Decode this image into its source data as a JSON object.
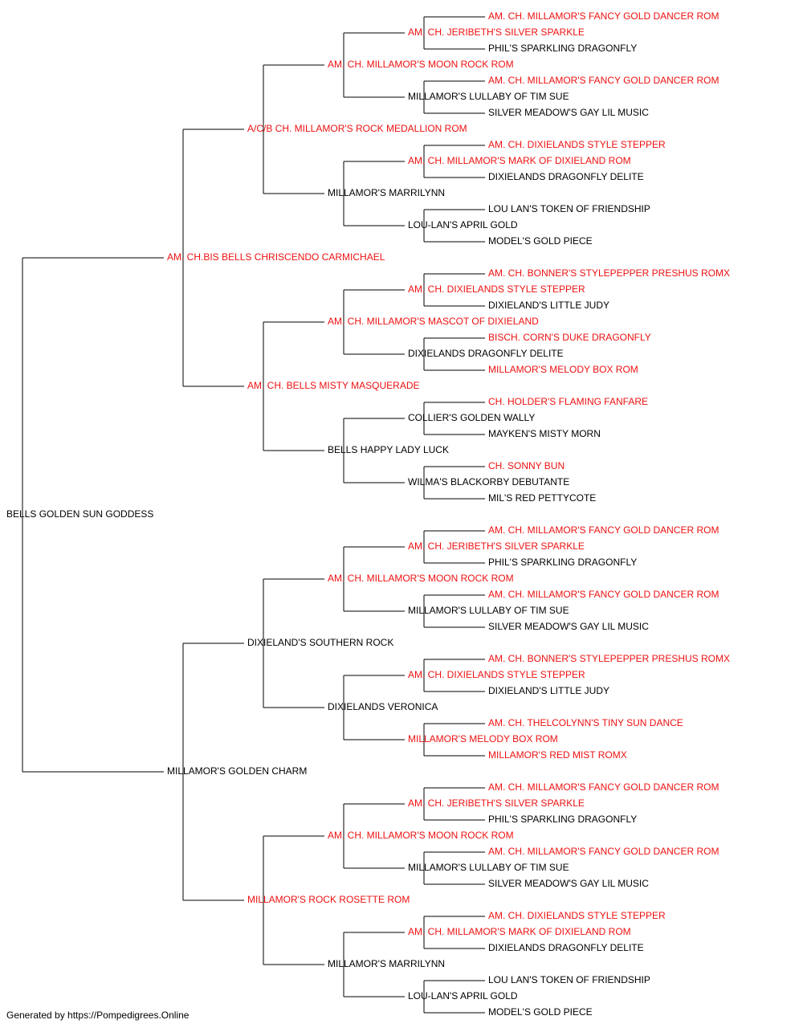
{
  "pedigree": {
    "subject": {
      "name": "BELLS GOLDEN SUN GODDESS",
      "champion": false
    },
    "sire": {
      "name": "AM. CH.BIS BELLS CHRISCENDO CARMICHAEL",
      "champion": true
    },
    "dam": {
      "name": "MILLAMOR'S GOLDEN CHARM",
      "champion": false
    },
    "sire_sire": {
      "name": "A/C/B CH. MILLAMOR'S ROCK MEDALLION ROM",
      "champion": true
    },
    "sire_dam": {
      "name": "AM. CH. BELLS MISTY MASQUERADE",
      "champion": true
    },
    "dam_sire": {
      "name": "DIXIELAND'S SOUTHERN ROCK",
      "champion": false
    },
    "dam_dam": {
      "name": "MILLAMOR'S ROCK ROSETTE ROM",
      "champion": true
    },
    "gen3": [
      {
        "name": "AM. CH. MILLAMOR'S MOON ROCK ROM",
        "champion": true
      },
      {
        "name": "MILLAMOR'S MARRILYNN",
        "champion": false
      },
      {
        "name": "AM. CH. MILLAMOR'S MASCOT OF DIXIELAND",
        "champion": true
      },
      {
        "name": "BELLS HAPPY LADY LUCK",
        "champion": false
      },
      {
        "name": "AM. CH. MILLAMOR'S MOON ROCK ROM",
        "champion": true
      },
      {
        "name": "DIXIELANDS VERONICA",
        "champion": false
      },
      {
        "name": "AM. CH. MILLAMOR'S MOON ROCK ROM",
        "champion": true
      },
      {
        "name": "MILLAMOR'S MARRILYNN",
        "champion": false
      }
    ],
    "gen4": [
      {
        "name": "AM. CH. JERIBETH'S SILVER SPARKLE",
        "champion": true
      },
      {
        "name": "MILLAMOR'S LULLABY OF TIM SUE",
        "champion": false
      },
      {
        "name": "AM. CH. MILLAMOR'S MARK OF DIXIELAND ROM",
        "champion": true
      },
      {
        "name": "LOU-LAN'S APRIL GOLD",
        "champion": false
      },
      {
        "name": "AM. CH. DIXIELANDS STYLE STEPPER",
        "champion": true
      },
      {
        "name": "DIXIELANDS DRAGONFLY DELITE",
        "champion": false
      },
      {
        "name": "COLLIER'S GOLDEN WALLY",
        "champion": false
      },
      {
        "name": "WILMA'S BLACKORBY DEBUTANTE",
        "champion": false
      },
      {
        "name": "AM. CH. JERIBETH'S SILVER SPARKLE",
        "champion": true
      },
      {
        "name": "MILLAMOR'S LULLABY OF TIM SUE",
        "champion": false
      },
      {
        "name": "AM. CH. DIXIELANDS STYLE STEPPER",
        "champion": true
      },
      {
        "name": "MILLAMOR'S MELODY BOX ROM",
        "champion": true
      },
      {
        "name": "AM. CH. JERIBETH'S SILVER SPARKLE",
        "champion": true
      },
      {
        "name": "MILLAMOR'S LULLABY OF TIM SUE",
        "champion": false
      },
      {
        "name": "AM. CH. MILLAMOR'S MARK OF DIXIELAND ROM",
        "champion": true
      },
      {
        "name": "LOU-LAN'S APRIL GOLD",
        "champion": false
      }
    ],
    "gen5": [
      {
        "name": "AM. CH. MILLAMOR'S FANCY GOLD DANCER ROM",
        "champion": true
      },
      {
        "name": "PHIL'S SPARKLING DRAGONFLY",
        "champion": false
      },
      {
        "name": "AM. CH. MILLAMOR'S FANCY GOLD DANCER ROM",
        "champion": true
      },
      {
        "name": "SILVER MEADOW'S GAY LIL MUSIC",
        "champion": false
      },
      {
        "name": "AM. CH. DIXIELANDS STYLE STEPPER",
        "champion": true
      },
      {
        "name": "DIXIELANDS DRAGONFLY DELITE",
        "champion": false
      },
      {
        "name": "LOU LAN'S TOKEN OF FRIENDSHIP",
        "champion": false
      },
      {
        "name": "MODEL'S GOLD PIECE",
        "champion": false
      },
      {
        "name": "AM. CH. BONNER'S STYLEPEPPER PRESHUS ROMX",
        "champion": true
      },
      {
        "name": "DIXIELAND'S LITTLE JUDY",
        "champion": false
      },
      {
        "name": "BISCH. CORN'S DUKE DRAGONFLY",
        "champion": true
      },
      {
        "name": "MILLAMOR'S MELODY BOX ROM",
        "champion": true
      },
      {
        "name": "CH. HOLDER'S FLAMING FANFARE",
        "champion": true
      },
      {
        "name": "MAYKEN'S MISTY MORN",
        "champion": false
      },
      {
        "name": "CH. SONNY BUN",
        "champion": true
      },
      {
        "name": "MIL'S RED PETTYCOTE",
        "champion": false
      },
      {
        "name": "AM. CH. MILLAMOR'S FANCY GOLD DANCER ROM",
        "champion": true
      },
      {
        "name": "PHIL'S SPARKLING DRAGONFLY",
        "champion": false
      },
      {
        "name": "AM. CH. MILLAMOR'S FANCY GOLD DANCER ROM",
        "champion": true
      },
      {
        "name": "SILVER MEADOW'S GAY LIL MUSIC",
        "champion": false
      },
      {
        "name": "AM. CH. BONNER'S STYLEPEPPER PRESHUS ROMX",
        "champion": true
      },
      {
        "name": "DIXIELAND'S LITTLE JUDY",
        "champion": false
      },
      {
        "name": "AM. CH. THELCOLYNN'S TINY SUN DANCE",
        "champion": true
      },
      {
        "name": "MILLAMOR'S RED MIST ROMX",
        "champion": true
      },
      {
        "name": "AM. CH. MILLAMOR'S FANCY GOLD DANCER ROM",
        "champion": true
      },
      {
        "name": "PHIL'S SPARKLING DRAGONFLY",
        "champion": false
      },
      {
        "name": "AM. CH. MILLAMOR'S FANCY GOLD DANCER ROM",
        "champion": true
      },
      {
        "name": "SILVER MEADOW'S GAY LIL MUSIC",
        "champion": false
      },
      {
        "name": "AM. CH. DIXIELANDS STYLE STEPPER",
        "champion": true
      },
      {
        "name": "DIXIELANDS DRAGONFLY DELITE",
        "champion": false
      },
      {
        "name": "LOU LAN'S TOKEN OF FRIENDSHIP",
        "champion": false
      },
      {
        "name": "MODEL'S GOLD PIECE",
        "champion": false
      }
    ]
  },
  "colors": {
    "champion": "#ee1111",
    "regular": "#000000",
    "line": "#000000"
  },
  "footer": "Generated by https://Pompedigrees.Online"
}
